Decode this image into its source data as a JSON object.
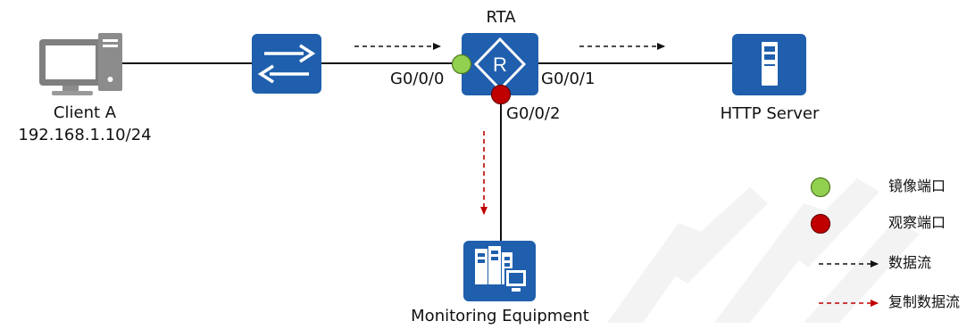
{
  "nodes": {
    "client": {
      "name": "Client A",
      "ip": "192.168.1.10/24"
    },
    "switch": {
      "icon": "switch-icon"
    },
    "router": {
      "name": "RTA",
      "icon": "router-icon",
      "glyph": "R"
    },
    "server": {
      "name": "HTTP Server",
      "icon": "server-icon"
    },
    "monitor": {
      "name": "Monitoring Equipment",
      "icon": "monitoring-equipment-icon"
    }
  },
  "ports": {
    "g000": "G0/0/0",
    "g001": "G0/0/1",
    "g002": "G0/0/2"
  },
  "legend": {
    "mirror_port": "镜像端口",
    "observe_port": "观察端口",
    "data_flow": "数据流",
    "copied_flow": "复制数据流"
  },
  "colors": {
    "device_blue": "#1f5fad",
    "mirror_green": "#92d050",
    "observe_red": "#c00000",
    "flow_black": "#111111",
    "copy_flow_red": "#c00000"
  }
}
